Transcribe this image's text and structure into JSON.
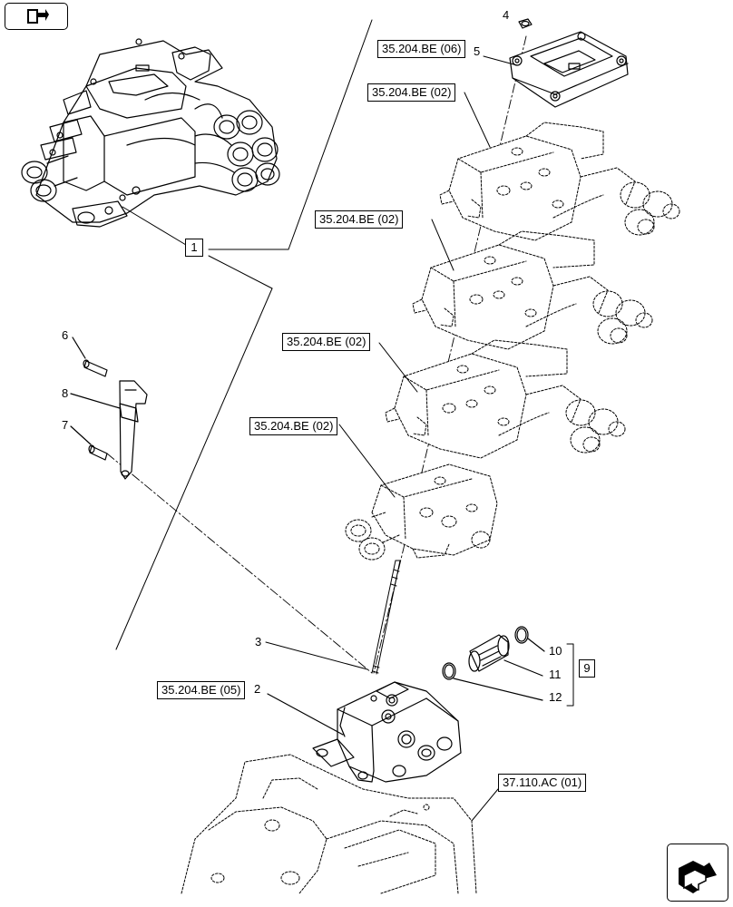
{
  "callouts": {
    "c1": "1",
    "c2": "2",
    "c3": "3",
    "c4": "4",
    "c5": "5",
    "c6": "6",
    "c7": "7",
    "c8": "8",
    "c9": "9",
    "c10": "10",
    "c11": "11",
    "c12": "12"
  },
  "references": {
    "r_be06": "35.204.BE (06)",
    "r_be02_a": "35.204.BE (02)",
    "r_be02_b": "35.204.BE (02)",
    "r_be02_c": "35.204.BE (02)",
    "r_be02_d": "35.204.BE (02)",
    "r_be05": "35.204.BE (05)",
    "r_ac01": "37.110.AC (01)"
  },
  "icons": {
    "top_left": "prev-page-arrow-icon",
    "bottom_right": "next-page-arrow-icon"
  }
}
